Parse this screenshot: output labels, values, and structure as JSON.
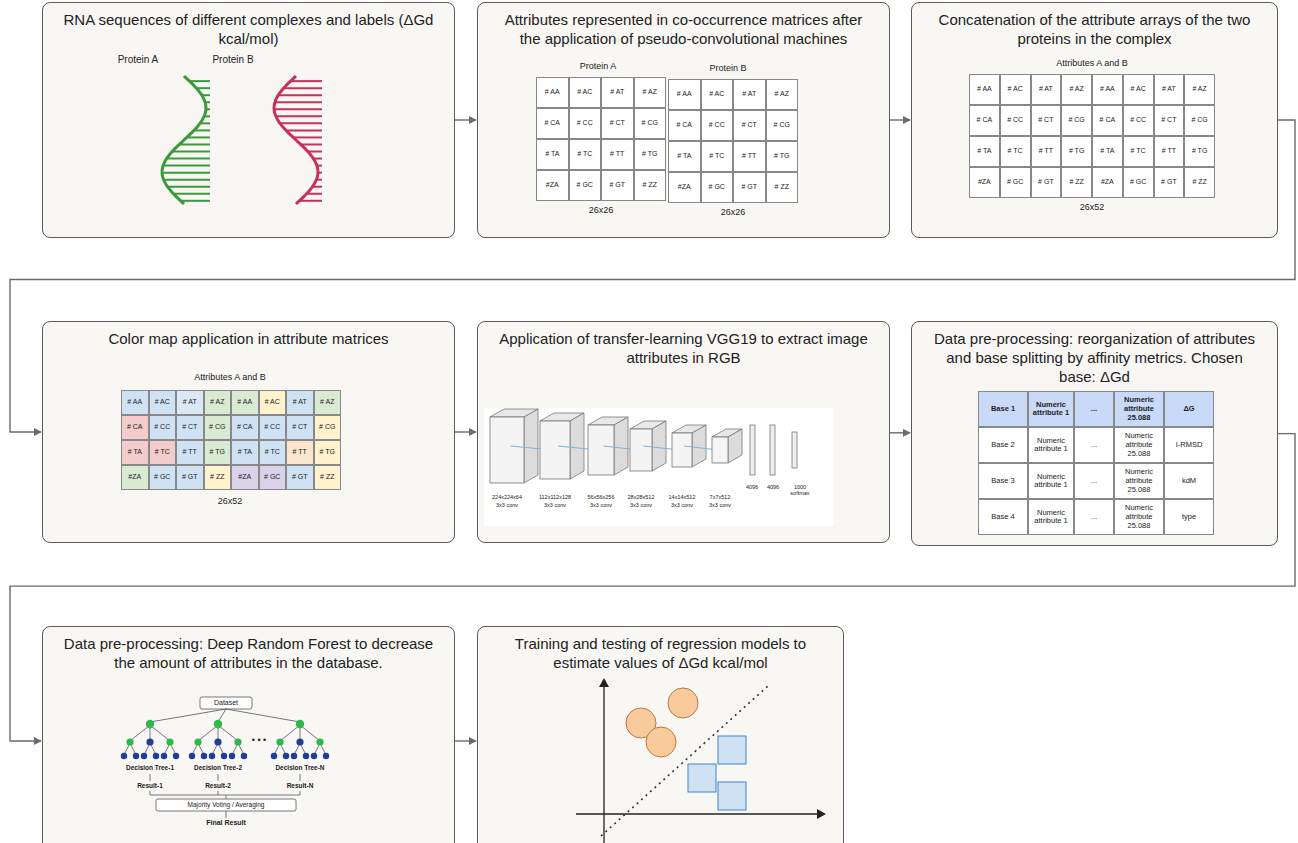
{
  "diagram": {
    "nodes": [
      {
        "text": [
          "RNA sequences of different complexes and labels (ΔGd kcal/mol)"
        ]
      },
      {
        "text": [
          "Attributes represented in co-occurrence matrices after the application of pseudo-convolutional machines"
        ]
      },
      {
        "text": [
          "Concatenation of the attribute arrays of the two proteins in the complex"
        ]
      },
      {
        "text": [
          "Color map application in attribute matrices"
        ]
      },
      {
        "text": [
          "Application of transfer-learning VGG19 to extract image attributes in RGB"
        ]
      },
      {
        "text": [
          "Data pre-processing: reorganization of attributes and base splitting by affinity metrics. Chosen base: ΔGd"
        ]
      },
      {
        "text": [
          "Data pre-processing: Deep Random Forest to decrease the amount of attributes in the database."
        ]
      },
      {
        "text": [
          "Training and testing of regression models to estimate values of ΔGd kcal/mol"
        ]
      }
    ],
    "edges": [
      {
        "from": 0,
        "to": 1,
        "arrow": "to"
      },
      {
        "from": 1,
        "to": 2,
        "arrow": "to"
      },
      {
        "from": 2,
        "to": 3,
        "arrow": "to"
      },
      {
        "from": 3,
        "to": 4,
        "arrow": "to"
      },
      {
        "from": 4,
        "to": 5,
        "arrow": "to"
      },
      {
        "from": 5,
        "to": 6,
        "arrow": "to"
      },
      {
        "from": 6,
        "to": 7,
        "arrow": "to"
      }
    ],
    "labels": [
      "Protein A",
      "Protein B",
      "Protein A",
      "Protein B",
      "# AA",
      "# AC",
      "# AT",
      "# AZ",
      "# CA",
      "# CC",
      "# CT",
      "# CG",
      "# TA",
      "# TC",
      "# TT",
      "# TG",
      "#ZA",
      "# GC",
      "# GT",
      "# ZZ",
      "# AA",
      "# AC",
      "# AT",
      "# AZ",
      "# CA",
      "# CC",
      "# CT",
      "# CG",
      "# TA",
      "# TC",
      "# TT",
      "# TG",
      "#ZA",
      "# GC",
      "# GT",
      "# ZZ",
      "26x26",
      "26x26",
      "Attributes A and B",
      "# AA",
      "# AC",
      "# AT",
      "# AZ",
      "# AA",
      "# AC",
      "# AT",
      "# AZ",
      "# CA",
      "# CC",
      "# CT",
      "# CG",
      "# CA",
      "# CC",
      "# CT",
      "# CG",
      "# TA",
      "# TC",
      "# TT",
      "# TG",
      "# TA",
      "# TC",
      "# TT",
      "# TG",
      "#ZA",
      "# GC",
      "# GT",
      "# ZZ",
      "#ZA",
      "# GC",
      "# GT",
      "# ZZ",
      "26x52",
      "Attributes A and B",
      "# AA",
      "# AC",
      "# AT",
      "# AZ",
      "# AA",
      "# AC",
      "# AT",
      "# AZ",
      "# CA",
      "# CC",
      "# CT",
      "# CG",
      "# CA",
      "# CC",
      "# CT",
      "# CG",
      "# TA",
      "# TC",
      "# TT",
      "# TG",
      "# TA",
      "# TC",
      "# TT",
      "# TG",
      "#ZA",
      "# GC",
      "# GT",
      "# ZZ",
      "#ZA",
      "# GC",
      "# GT",
      "# ZZ",
      "26x52",
      "224x224x64",
      "3x3 conv",
      "112x112x128",
      "3x3 conv",
      "56x56x256",
      "3x3 conv",
      "28x28x512",
      "3x3 conv",
      "14x14x512",
      "3x3 conv",
      "7x7x512",
      "3x3 conv",
      "4096",
      "4096",
      "1000 softmax",
      "Base 1",
      "Numeric attribute 1",
      "...",
      "Numeric attribute 25.088",
      "ΔG",
      "Base 2",
      "Numeric attribute 1",
      "...",
      "Numeric attribute 25.088",
      "I-RMSD",
      "Base 3",
      "Numeric attribute 1",
      "...",
      "Numeric attribute 25.088",
      "kdM",
      "Base 4",
      "Numeric attribute 1",
      "...",
      "Numeric attribute 25.088",
      "type",
      "Dataset",
      "Decision Tree-1",
      "Decision Tree-2",
      "• • •",
      "Decision Tree-N",
      "Result-1",
      "Result-2",
      "Result-N",
      "Majority Voting / Averaging",
      "Final Result"
    ]
  }
}
